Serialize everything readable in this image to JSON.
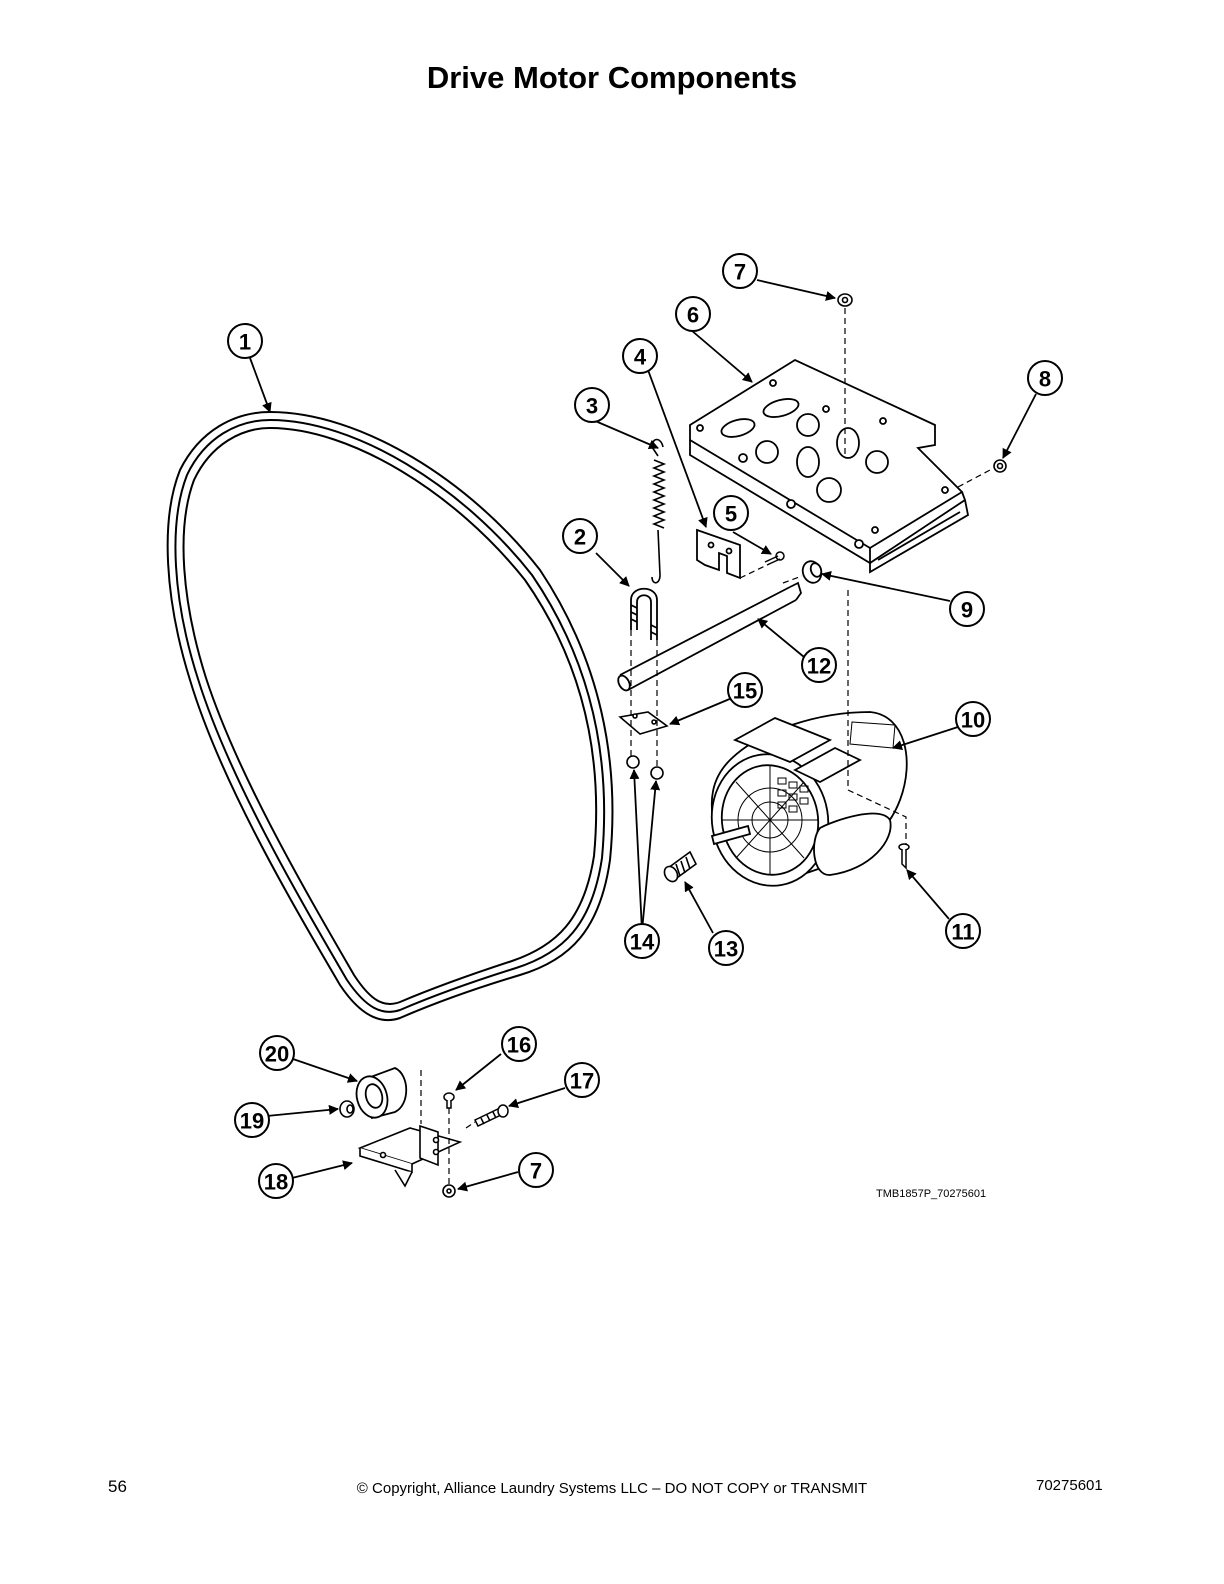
{
  "page": {
    "title": "Drive Motor Components",
    "drawing_code": "TMB1857P_70275601",
    "page_number": "56",
    "copyright": "© Copyright, Alliance Laundry Systems LLC – DO NOT COPY or TRANSMIT",
    "doc_number": "70275601"
  },
  "callouts": {
    "c1": "1",
    "c2": "2",
    "c3": "3",
    "c4": "4",
    "c5": "5",
    "c6": "6",
    "c7a": "7",
    "c7b": "7",
    "c8": "8",
    "c9": "9",
    "c10": "10",
    "c11": "11",
    "c12": "12",
    "c13": "13",
    "c14": "14",
    "c15": "15",
    "c16": "16",
    "c17": "17",
    "c18": "18",
    "c19": "19",
    "c20": "20"
  }
}
